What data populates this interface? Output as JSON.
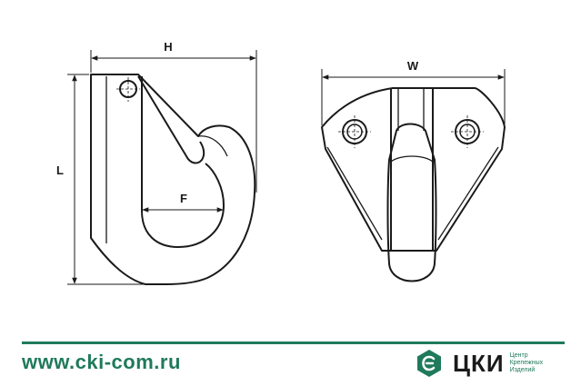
{
  "dimensions": {
    "height_label": "H",
    "length_label": "L",
    "throat_label": "F",
    "width_label": "W"
  },
  "footer": {
    "website": "www.cki-com.ru",
    "brand_name": "ЦКИ",
    "tagline": [
      "Центр",
      "Крепежных",
      "Изделий"
    ],
    "logo_icon": "hex-letter-c-logo-icon",
    "accent_color": "#1f7a5c"
  }
}
